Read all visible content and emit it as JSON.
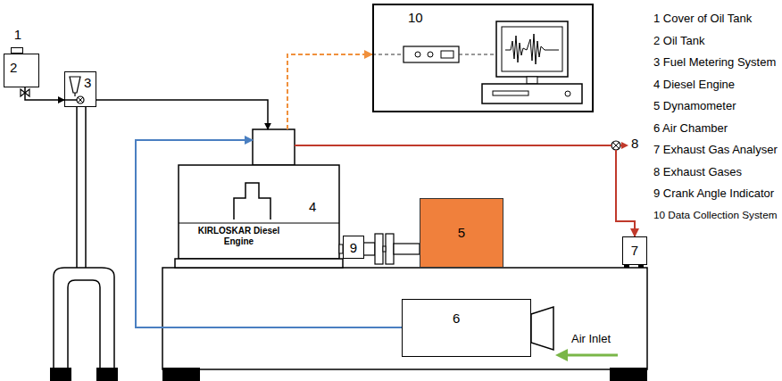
{
  "diagram": {
    "nodes": [
      {
        "text": [
          "1"
        ]
      },
      {
        "text": [
          "2"
        ]
      },
      {
        "text": [
          "3"
        ]
      },
      {
        "text": [
          "10"
        ]
      },
      {
        "text": [
          "KIRLOSKAR Diesel Engine",
          "4"
        ]
      },
      {
        "text": [
          "9"
        ]
      },
      {
        "text": [
          "5"
        ]
      },
      {
        "text": [
          "7"
        ]
      },
      {
        "text": [
          "6"
        ]
      }
    ],
    "edges": [
      {
        "from": 1,
        "to": 2,
        "arrow": "to"
      },
      {
        "from": 2,
        "to": 4,
        "arrow": "to"
      },
      {
        "from": 8,
        "to": 4,
        "arrow": "to"
      },
      {
        "from": 4,
        "to": 3,
        "arrow": "to"
      },
      {
        "from": 4,
        "to": 7,
        "arrow": "to"
      }
    ],
    "labels": [
      "8",
      "Air Inlet",
      "1 Cover of Oil Tank",
      "2 Oil Tank",
      "3 Fuel Metering System",
      "4 Diesel Engine",
      "5 Dynamometer",
      "6 Air Chamber",
      "7 Exhaust Gas Analyser",
      "8 Exhaust Gases",
      "9 Crank Angle Indicator",
      "10 Data Collection System"
    ]
  }
}
